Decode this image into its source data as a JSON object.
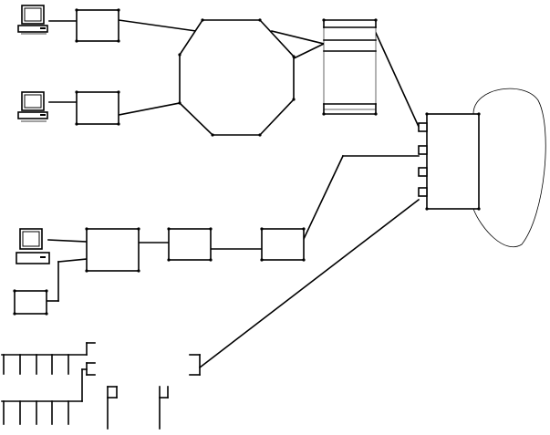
{
  "diagram": {
    "title": "",
    "labels": [],
    "nodes": [
      {
        "id": "pc-1",
        "icon": "desktop-computer-icon"
      },
      {
        "id": "pc-2",
        "icon": "desktop-computer-icon"
      },
      {
        "id": "pc-3",
        "icon": "desktop-computer-icon"
      },
      {
        "id": "box-1",
        "kind": "rectangle"
      },
      {
        "id": "box-2",
        "kind": "rectangle"
      },
      {
        "id": "ring",
        "kind": "octagon"
      },
      {
        "id": "rack",
        "kind": "stacked-unit"
      },
      {
        "id": "hub",
        "kind": "rectangle-with-ports"
      },
      {
        "id": "chain-box-1",
        "kind": "rectangle"
      },
      {
        "id": "chain-box-2",
        "kind": "rectangle"
      },
      {
        "id": "chain-box-3",
        "kind": "rectangle"
      },
      {
        "id": "small-box",
        "kind": "rectangle"
      },
      {
        "id": "fragment-group",
        "kind": "partial-shapes"
      }
    ],
    "colors": {
      "stroke": "#000000",
      "background": "#ffffff"
    }
  }
}
